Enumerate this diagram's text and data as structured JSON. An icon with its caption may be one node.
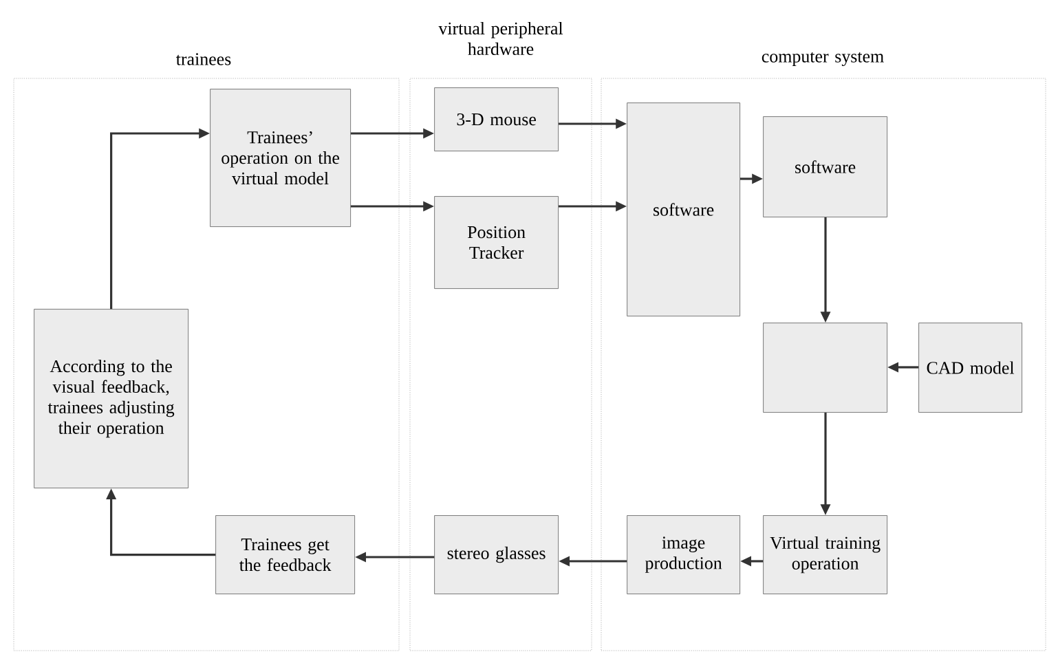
{
  "diagram": {
    "nodes": [
      {
        "text": [
          "trainees"
        ]
      },
      {
        "text": [
          "virtual peripheral hardware"
        ]
      },
      {
        "text": [
          "computer system"
        ]
      },
      {
        "text": [
          "Trainees’ operation on the virtual model"
        ],
        "in": 0
      },
      {
        "text": [
          "According to the visual feedback, trainees adjusting their operation"
        ],
        "in": 0
      },
      {
        "text": [
          "Trainees get the feedback"
        ],
        "in": 0
      },
      {
        "text": [
          "3-D mouse"
        ],
        "in": 1
      },
      {
        "text": [
          "Position Tracker"
        ],
        "in": 1
      },
      {
        "text": [
          "stereo glasses"
        ],
        "in": 1
      },
      {
        "text": [
          "software"
        ],
        "in": 2
      },
      {
        "text": [
          "software"
        ],
        "in": 2
      },
      {
        "text": [],
        "shape": "box",
        "in": 2
      },
      {
        "text": [
          "CAD model"
        ],
        "in": 2
      },
      {
        "text": [
          "Virtual training operation"
        ],
        "in": 2
      },
      {
        "text": [
          "image production"
        ],
        "in": 2
      }
    ],
    "edges": [
      {
        "from": 3,
        "to": 6,
        "arrow": "to"
      },
      {
        "from": 3,
        "to": 7,
        "arrow": "to"
      },
      {
        "from": 6,
        "to": 9,
        "arrow": "to"
      },
      {
        "from": 7,
        "to": 9,
        "arrow": "to"
      },
      {
        "from": 9,
        "to": 10,
        "arrow": "to"
      },
      {
        "from": 10,
        "to": 11,
        "arrow": "to"
      },
      {
        "from": 12,
        "to": 11,
        "arrow": "to"
      },
      {
        "from": 11,
        "to": 13,
        "arrow": "to"
      },
      {
        "from": 13,
        "to": 14,
        "arrow": "to"
      },
      {
        "from": 14,
        "to": 8,
        "arrow": "to"
      },
      {
        "from": 8,
        "to": 5,
        "arrow": "to"
      },
      {
        "from": 5,
        "to": 4,
        "arrow": "to"
      },
      {
        "from": 4,
        "to": 3,
        "arrow": "to"
      }
    ]
  }
}
